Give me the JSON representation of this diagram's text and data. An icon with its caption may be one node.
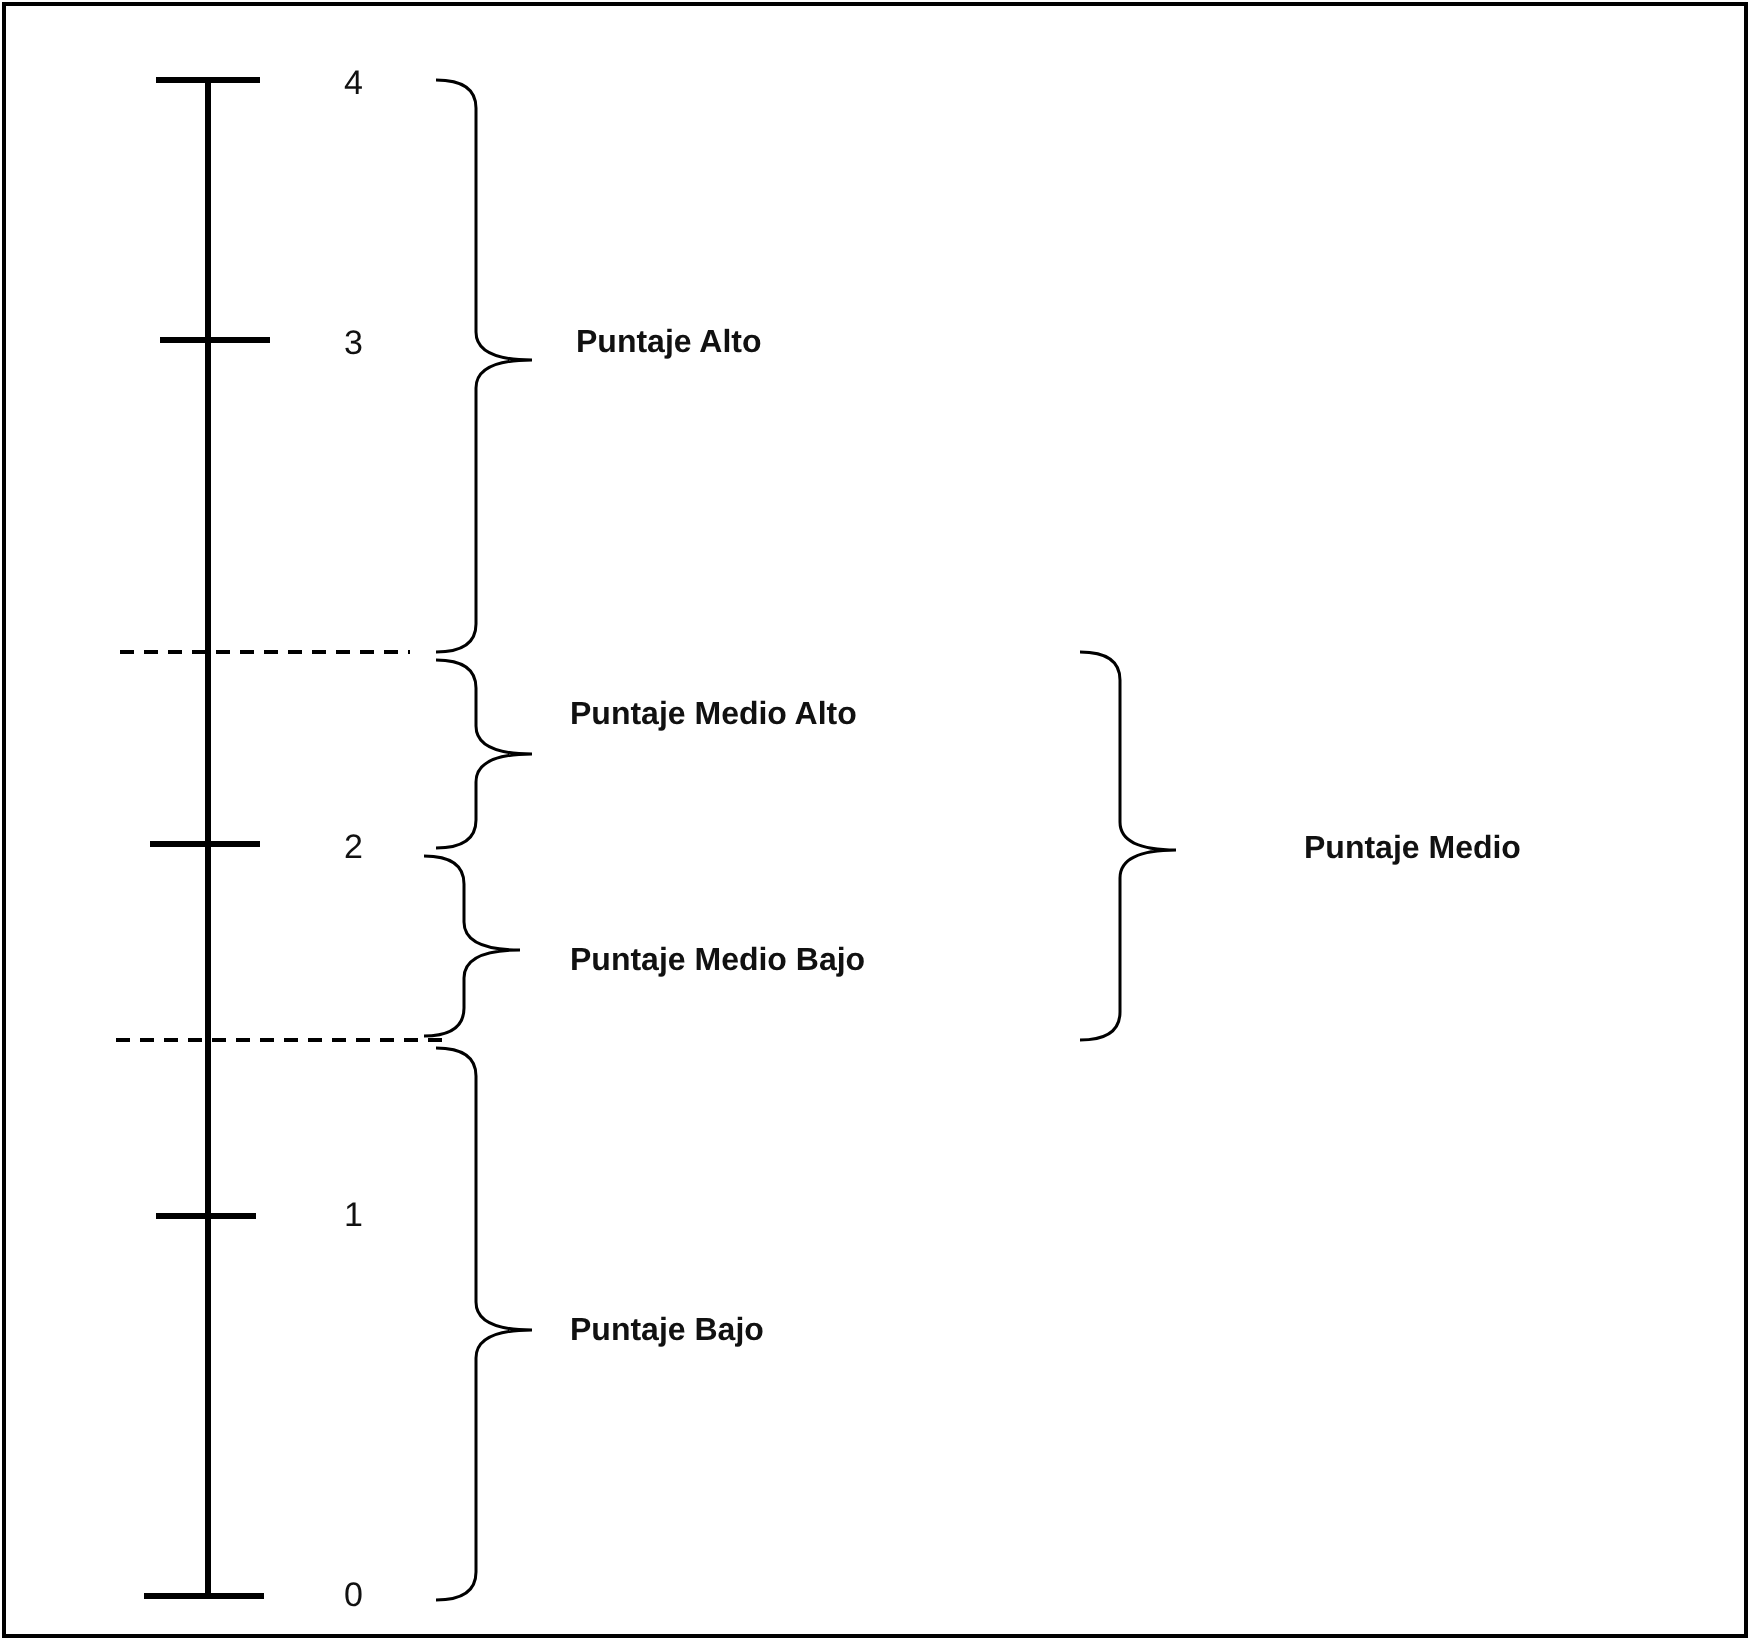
{
  "diagram": {
    "labels": [
      "4",
      "3",
      "Puntaje Alto",
      "Puntaje Medio Alto",
      "Puntaje Medio",
      "2",
      "Puntaje Medio Bajo",
      "1",
      "Puntaje Bajo",
      "0"
    ]
  }
}
